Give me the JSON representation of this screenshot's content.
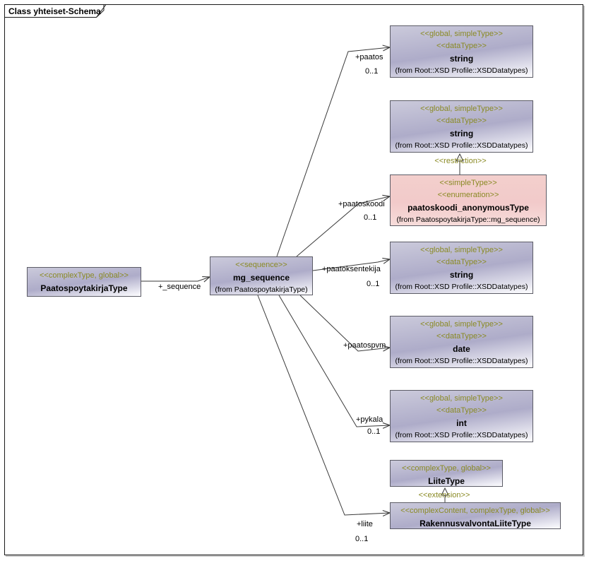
{
  "frame": {
    "title": "Class yhteiset-Schema"
  },
  "colors": {
    "stereotype_text": "#8a8a24",
    "box_border": "#5c5c66",
    "gradient_top": "#cbcadb",
    "gradient_mid": "#aeacc9",
    "gradient_bottom": "#fdfdff",
    "pink_fill": "#f2caca"
  },
  "boxes": {
    "paatospoytakirja": {
      "stereo": [
        "<<complexType, global>>"
      ],
      "name": "PaatospoytakirjaType"
    },
    "mg_sequence": {
      "stereo": [
        "<<sequence>>"
      ],
      "name": "mg_sequence",
      "from": "(from PaatospoytakirjaType)"
    },
    "paatos_string": {
      "stereo": [
        "<<global, simpleType>>",
        "<<dataType>>"
      ],
      "name": "string",
      "from": "(from Root::XSD Profile::XSDDatatypes)"
    },
    "restriction_string": {
      "stereo": [
        "<<global, simpleType>>",
        "<<dataType>>"
      ],
      "name": "string",
      "from": "(from Root::XSD Profile::XSDDatatypes)"
    },
    "paatoskoodi_anonymous": {
      "stereo": [
        "<<simpleType>>",
        "<<enumeration>>"
      ],
      "name": "paatoskoodi_anonymousType",
      "from": "(from PaatospoytakirjaType::mg_sequence)"
    },
    "paatoksentekija_string": {
      "stereo": [
        "<<global, simpleType>>",
        "<<dataType>>"
      ],
      "name": "string",
      "from": "(from Root::XSD Profile::XSDDatatypes)"
    },
    "paatospvm_date": {
      "stereo": [
        "<<global, simpleType>>",
        "<<dataType>>"
      ],
      "name": "date",
      "from": "(from Root::XSD Profile::XSDDatatypes)"
    },
    "pykala_int": {
      "stereo": [
        "<<global, simpleType>>",
        "<<dataType>>"
      ],
      "name": "int",
      "from": "(from Root::XSD Profile::XSDDatatypes)"
    },
    "liitetype": {
      "stereo": [
        "<<complexType, global>>"
      ],
      "name": "LiiteType"
    },
    "rakennusvalvontaliitetype": {
      "stereo": [
        "<<complexContent, complexType, global>>"
      ],
      "name": "RakennusvalvontaLiiteType"
    }
  },
  "edges": {
    "sequence": {
      "label": "+_sequence"
    },
    "paatos": {
      "label": "+paatos",
      "mult": "0..1"
    },
    "paatoskoodi": {
      "label": "+paatoskoodi",
      "mult": "0..1"
    },
    "paatoksentekija": {
      "label": "+paatoksentekija",
      "mult": "0..1"
    },
    "paatospvm": {
      "label": "+paatospvm"
    },
    "pykala": {
      "label": "+pykala",
      "mult": "0..1"
    },
    "liite": {
      "label": "+liite",
      "mult": "0..1"
    },
    "restriction": {
      "label": "<<restriction>>"
    },
    "extension": {
      "label": "<<extension>>"
    }
  }
}
